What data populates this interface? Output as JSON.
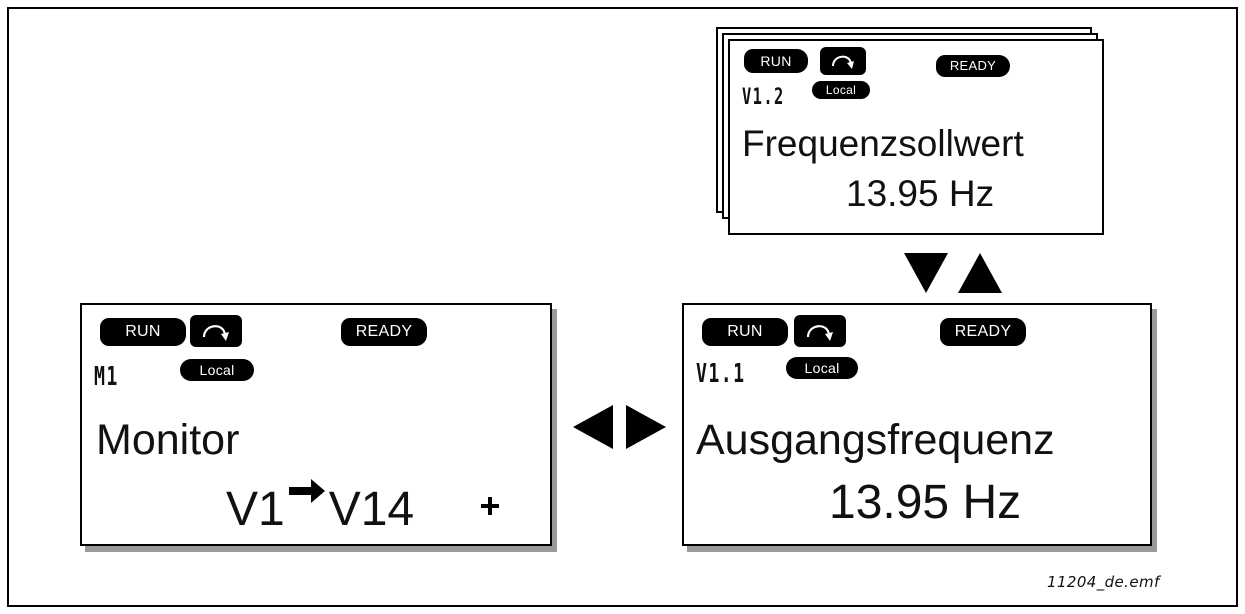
{
  "panels": {
    "monitor": {
      "run": "RUN",
      "ready": "READY",
      "local": "Local",
      "code": "M1",
      "title": "Monitor",
      "range_start": "V1",
      "range_end": "V14"
    },
    "output_freq": {
      "run": "RUN",
      "ready": "READY",
      "local": "Local",
      "code": "V1.1",
      "title": "Ausgangsfrequenz",
      "value": "13.95 Hz"
    },
    "freq_ref": {
      "run": "RUN",
      "ready": "READY",
      "local": "Local",
      "code": "V1.2",
      "title": "Frequenzsollwert",
      "value": "13.95 Hz"
    }
  },
  "icons": [
    "rotation-arrow-icon",
    "right-arrow-icon",
    "cross-cursor-icon",
    "left-triangle-icon",
    "right-triangle-icon",
    "down-triangle-icon",
    "up-triangle-icon"
  ],
  "caption": "11204_de.emf",
  "colors": {
    "badge": "#000000",
    "shadow": "#9a9a9a",
    "border": "#000000"
  }
}
